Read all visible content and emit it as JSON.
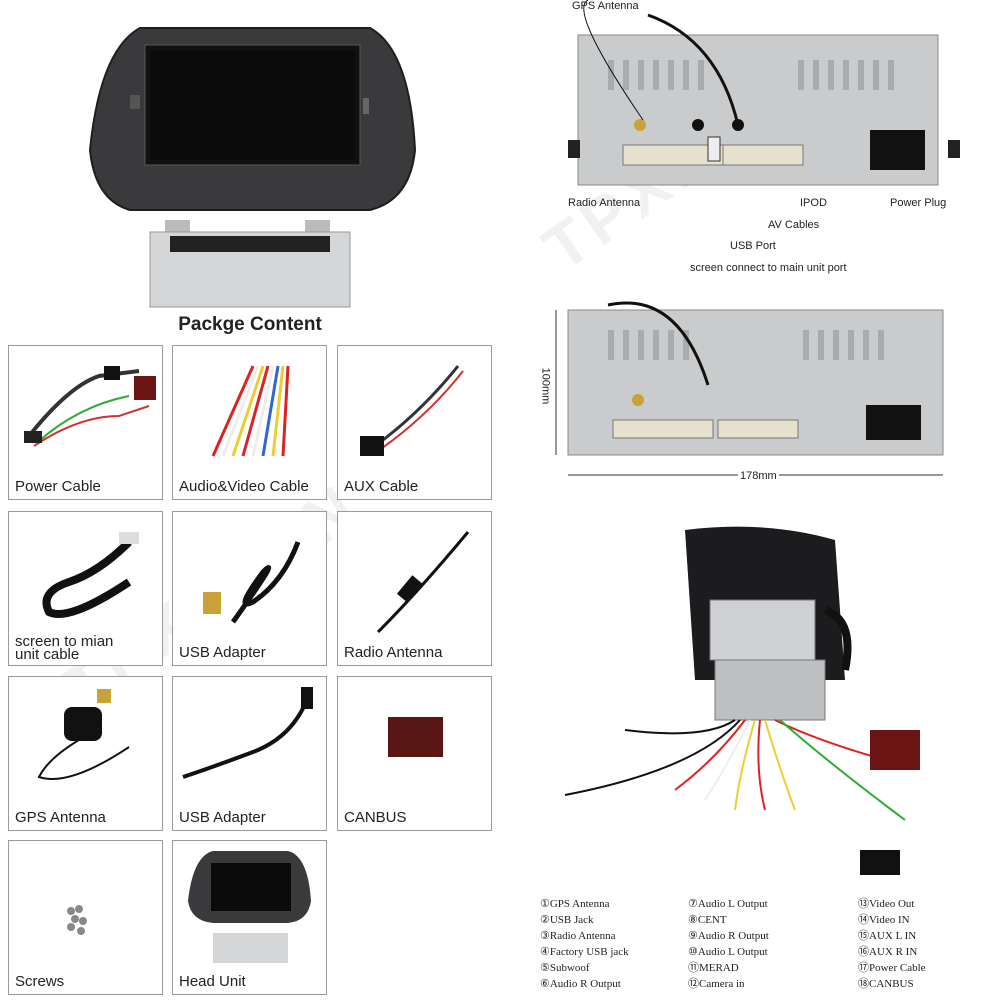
{
  "package_title": "Packge Content",
  "watermark": "TPXINXIN",
  "items": [
    {
      "label": "Power Cable"
    },
    {
      "label": "Audio&Video Cable"
    },
    {
      "label": "AUX Cable"
    },
    {
      "label": "screen to mian unit cable"
    },
    {
      "label": "USB Adapter"
    },
    {
      "label": "Radio Antenna"
    },
    {
      "label": "GPS Antenna"
    },
    {
      "label": "USB Adapter"
    },
    {
      "label": "CANBUS"
    },
    {
      "label": "Screws"
    },
    {
      "label": "Head Unit"
    }
  ],
  "rear_callouts": {
    "gps_antenna": "GPS Antenna",
    "radio_antenna": "Radio Antenna",
    "ipod": "IPOD",
    "power_plug": "Power Plug",
    "av_cables": "AV Cables",
    "usb_port": "USB Port",
    "screen_connect": "screen connect to main unit port"
  },
  "dimensions": {
    "height": "100mm",
    "width": "178mm"
  },
  "legend": [
    [
      "①GPS Antenna",
      "⑦Audio L Output",
      "⑬Video Out"
    ],
    [
      "②USB Jack",
      "⑧CENT",
      "⑭Video IN"
    ],
    [
      "③Radio Antenna",
      "⑨Audio R Output",
      "⑮AUX L IN"
    ],
    [
      "④Factory USB jack",
      "⑩Audio L Output",
      "⑯AUX R IN"
    ],
    [
      "⑤Subwoof",
      "⑪MERAD",
      "⑰Power Cable"
    ],
    [
      "⑥Audio R Output",
      "⑫Camera in",
      "⑱CANBUS"
    ]
  ]
}
